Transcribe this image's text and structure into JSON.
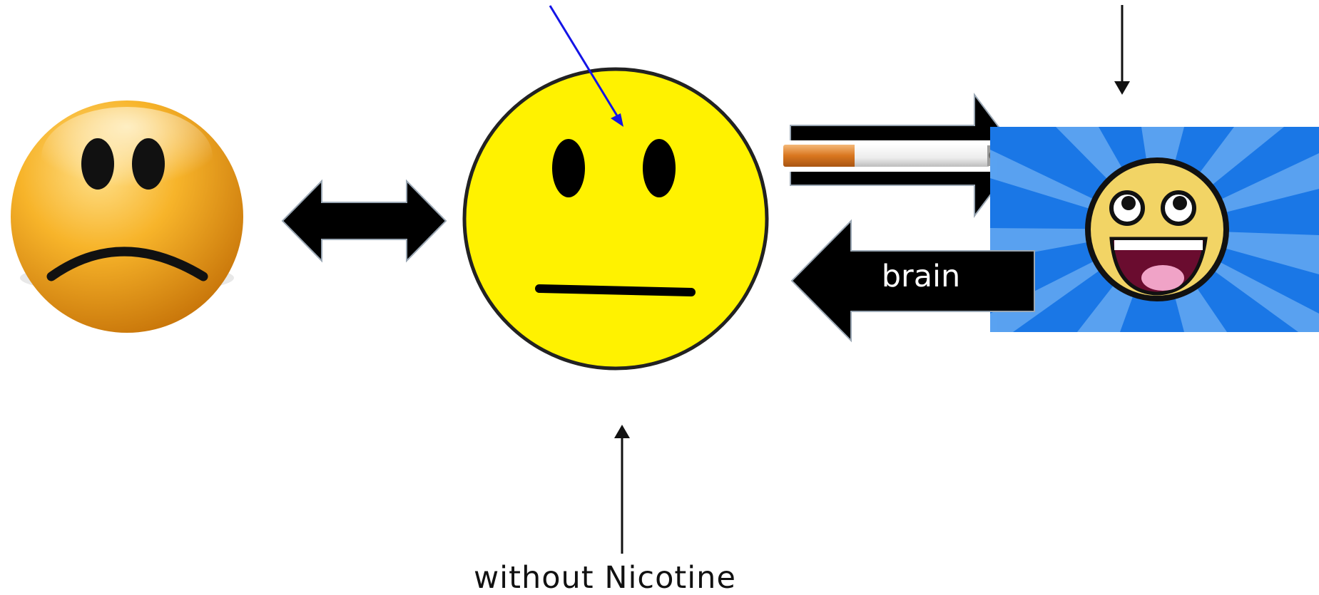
{
  "labels": {
    "brain": "brain",
    "caption": "without Nicotine"
  },
  "faces": {
    "sad": "sad-face",
    "neutral": "neutral-face",
    "happy": "happy-face"
  },
  "colors": {
    "sad_face": "#f0a21a",
    "neutral_face": "#fff200",
    "happy_face": "#f2d465",
    "happy_background": "#1a77e6",
    "pointer_arrow": "#1414e6",
    "arrow": "#000000"
  }
}
